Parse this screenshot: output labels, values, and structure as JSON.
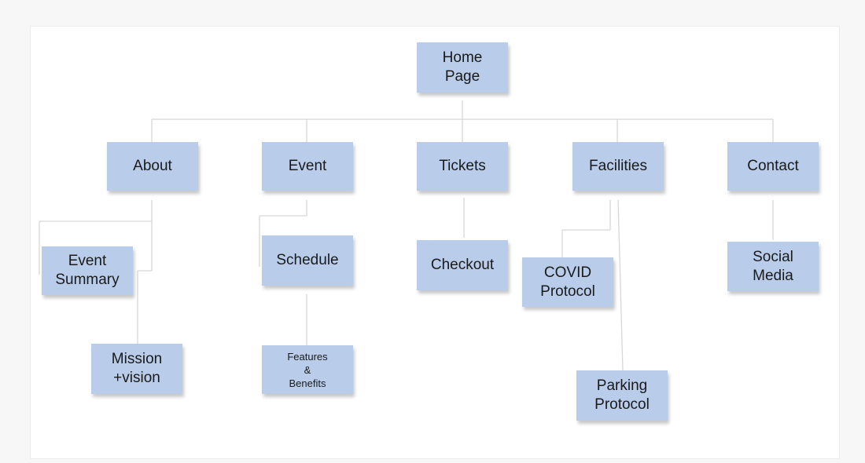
{
  "diagram": {
    "nodes": {
      "home": "Home\nPage",
      "about": "About",
      "event": "Event",
      "tickets": "Tickets",
      "facilities": "Facilities",
      "contact": "Contact",
      "event_summary": "Event\nSummary",
      "mission_vision": "Mission\n+vision",
      "schedule": "Schedule",
      "features_benefits": "Features\n&\nBenefits",
      "checkout": "Checkout",
      "covid_protocol": "COVID\nProtocol",
      "parking_protocol": "Parking\nProtocol",
      "social_media": "Social\nMedia"
    },
    "colors": {
      "node_fill": "#b9cdea",
      "connector": "#d7d7d7",
      "background": "#ffffff"
    }
  }
}
